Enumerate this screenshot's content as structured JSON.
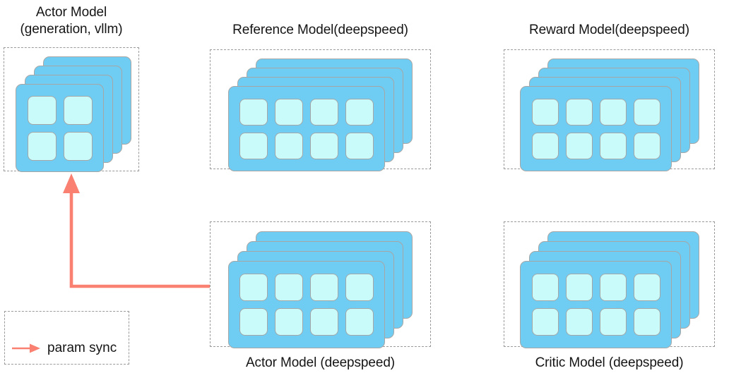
{
  "diagram": {
    "title": "RLHF model placement diagram",
    "background": "#ffffff",
    "colors": {
      "card": "#6fcdf3",
      "cell": "#c9fbfb",
      "card_border": "#a6a6a6",
      "dashed_border": "#9a9a9a",
      "arrow": "#fa8072",
      "text": "#151515"
    }
  },
  "groups": [
    {
      "id": "actor-vllm",
      "label": "Actor Model\n(generation, vllm)",
      "label_position": "top",
      "layers": 4,
      "grid": {
        "cols": 2,
        "rows": 2,
        "cells": 4
      }
    },
    {
      "id": "reference",
      "label": "Reference Model(deepspeed)",
      "label_position": "top",
      "layers": 4,
      "grid": {
        "cols": 4,
        "rows": 2,
        "cells": 8
      }
    },
    {
      "id": "reward",
      "label": "Reward Model(deepspeed)",
      "label_position": "top",
      "layers": 4,
      "grid": {
        "cols": 4,
        "rows": 2,
        "cells": 8
      }
    },
    {
      "id": "actor-deepspeed",
      "label": "Actor Model (deepspeed)",
      "label_position": "bottom",
      "layers": 4,
      "grid": {
        "cols": 4,
        "rows": 2,
        "cells": 8
      }
    },
    {
      "id": "critic",
      "label": "Critic Model (deepspeed)",
      "label_position": "bottom",
      "layers": 4,
      "grid": {
        "cols": 4,
        "rows": 2,
        "cells": 8
      }
    }
  ],
  "legend": {
    "items": [
      {
        "label": "param sync",
        "marker": "arrow-right",
        "color": "#fa8072"
      }
    ]
  },
  "connections": [
    {
      "id": "param-sync-arrow",
      "from": "actor-deepspeed",
      "to": "actor-vllm",
      "label": "param sync",
      "style": "elbow-arrow",
      "color": "#fa8072"
    }
  ]
}
